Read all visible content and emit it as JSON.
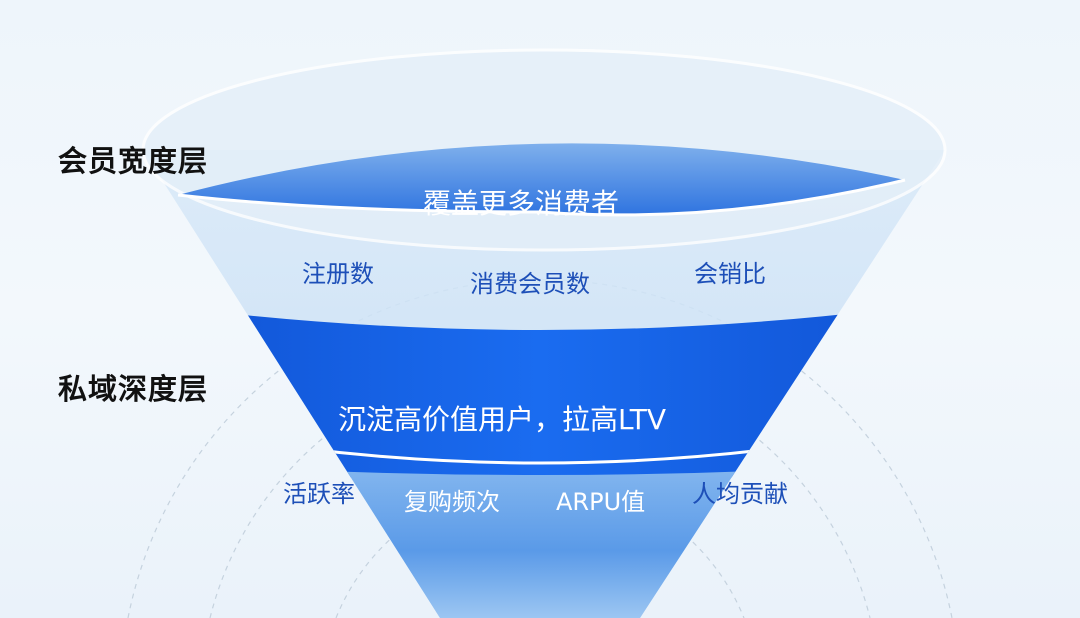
{
  "layers": [
    {
      "name": "会员宽度层",
      "goal": "覆盖更多消费者",
      "metrics": [
        "注册数",
        "消费会员数",
        "会销比"
      ]
    },
    {
      "name": "私域深度层",
      "goal": "沉淀高价值用户，拉高LTV",
      "metrics": [
        "活跃率",
        "复购频次",
        "ARPU值",
        "人均贡献"
      ]
    }
  ],
  "colors": {
    "dark_blue": "#1257e0",
    "light_blue": "#a9cdf2",
    "text_blue": "#1d4fb8"
  }
}
